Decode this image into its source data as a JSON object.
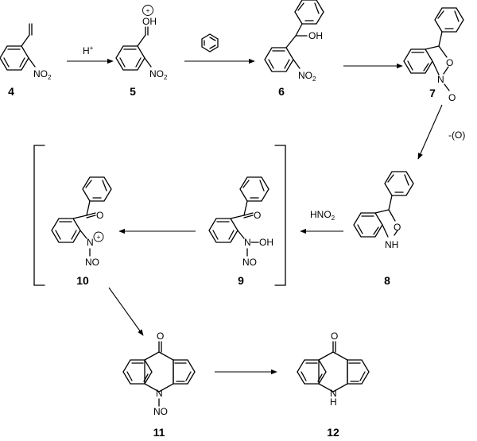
{
  "compounds": [
    {
      "id": "4",
      "groups": [
        "NO2"
      ]
    },
    {
      "id": "5",
      "groups": [
        "OH",
        "+",
        "NO2"
      ]
    },
    {
      "id": "6",
      "groups": [
        "OH",
        "NO2"
      ]
    },
    {
      "id": "7",
      "groups": [
        "O",
        "N",
        "O"
      ]
    },
    {
      "id": "8",
      "groups": [
        "O",
        "NH"
      ]
    },
    {
      "id": "9",
      "groups": [
        "O",
        "N",
        "OH",
        "NO"
      ]
    },
    {
      "id": "10",
      "groups": [
        "O",
        "N",
        "+",
        "NO"
      ]
    },
    {
      "id": "11",
      "groups": [
        "O",
        "N",
        "NO"
      ]
    },
    {
      "id": "12",
      "groups": [
        "O",
        "H",
        "N"
      ]
    }
  ],
  "conditions": {
    "step_4_5": "H+",
    "step_7_8": "-(O)",
    "step_8_9": "HNO2"
  }
}
